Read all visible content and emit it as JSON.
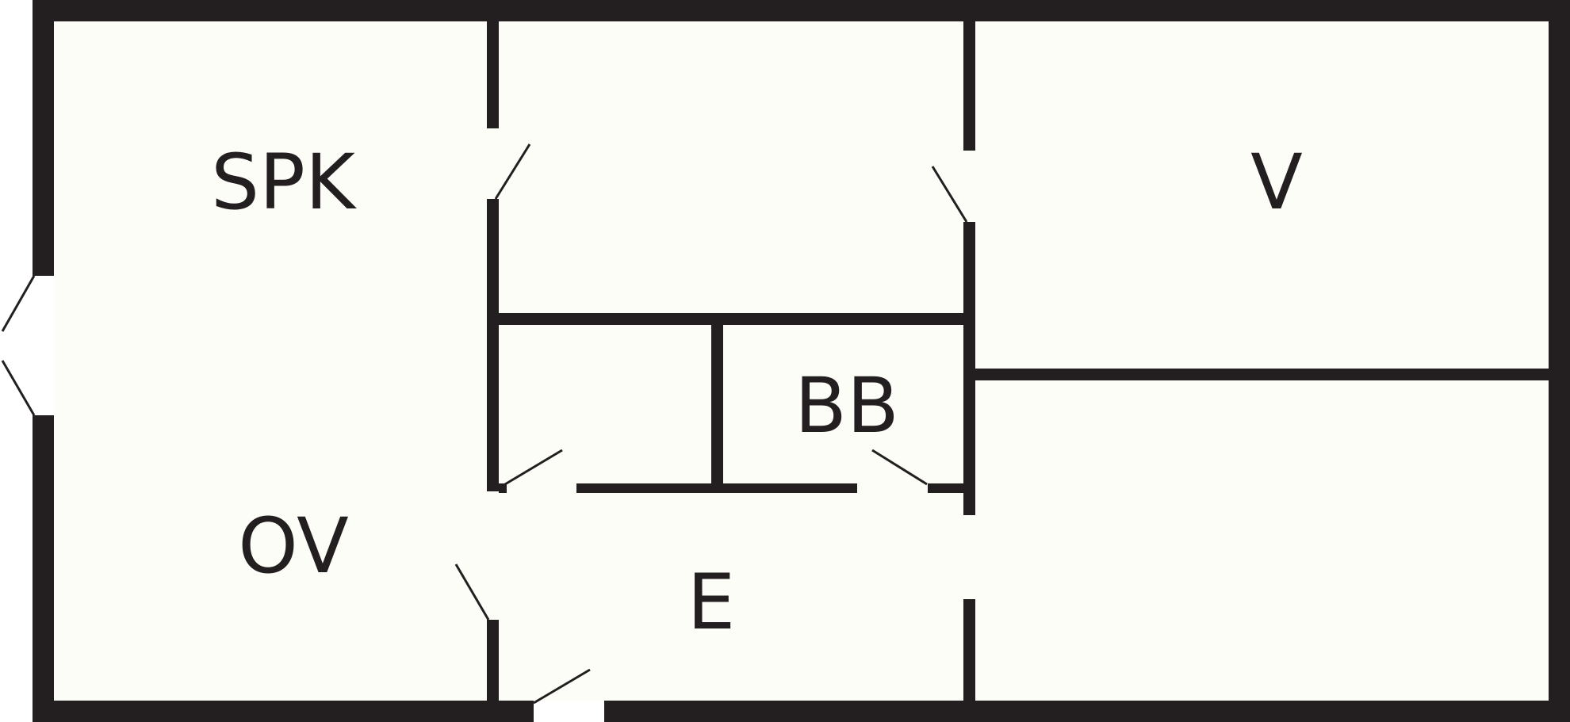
{
  "colors": {
    "wall": "#231f20",
    "floor": "#fdfdf8",
    "background": "#ffffff"
  },
  "rooms": [
    {
      "id": "spk",
      "label": "SPK"
    },
    {
      "id": "v",
      "label": "V"
    },
    {
      "id": "bb",
      "label": "BB"
    },
    {
      "id": "ov",
      "label": "OV"
    },
    {
      "id": "e",
      "label": "E"
    }
  ]
}
